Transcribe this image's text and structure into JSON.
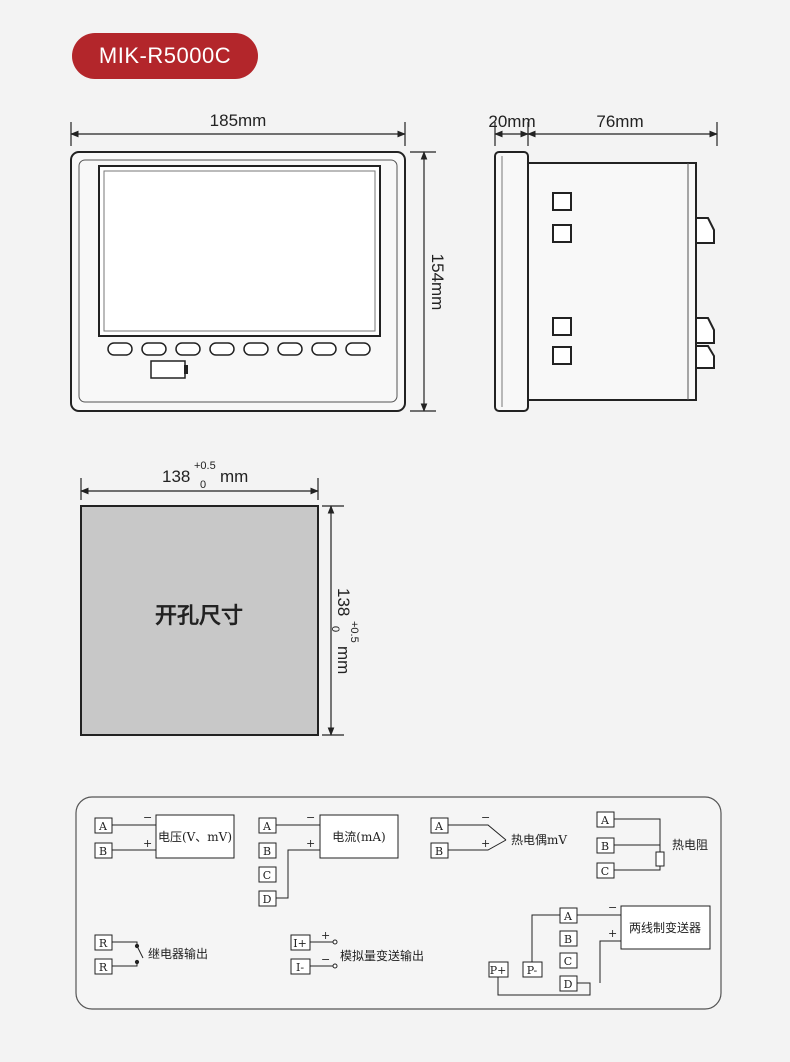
{
  "product": {
    "model": "MIK-R5000C"
  },
  "front_view": {
    "width_label": "185mm",
    "height_label": "154mm"
  },
  "side_view": {
    "depth_front_label": "20mm",
    "depth_body_label": "76mm"
  },
  "cutout": {
    "width_base": "138",
    "width_tol_upper": "+0.5",
    "width_tol_lower": "0",
    "width_unit": "mm",
    "height_base": "138",
    "height_tol_upper": "+0.5",
    "height_tol_lower": "0",
    "height_unit": "mm",
    "label": "开孔尺寸"
  },
  "wiring": {
    "voltage": {
      "label": "电压(V、mV)",
      "terminals": [
        "A",
        "B"
      ],
      "minus": "−",
      "plus": "+"
    },
    "current": {
      "label": "电流(mA)",
      "terminals": [
        "A",
        "B",
        "C",
        "D"
      ],
      "minus": "−",
      "plus": "+"
    },
    "thermocouple": {
      "label": "热电偶mV",
      "terminals": [
        "A",
        "B"
      ],
      "minus": "−",
      "plus": "+"
    },
    "rtd": {
      "label": "热电阻",
      "terminals": [
        "A",
        "B",
        "C"
      ]
    },
    "relay": {
      "label": "继电器输出",
      "terminals": [
        "R",
        "R"
      ]
    },
    "analog_out": {
      "label": "模拟量变送输出",
      "terminals": [
        "I+",
        "I-"
      ],
      "minus": "−",
      "plus": "+"
    },
    "two_wire": {
      "label": "两线制变送器",
      "terminals": [
        "A",
        "B",
        "C",
        "D"
      ],
      "power": [
        "P+",
        "P-"
      ],
      "minus": "−",
      "plus": "+"
    }
  }
}
